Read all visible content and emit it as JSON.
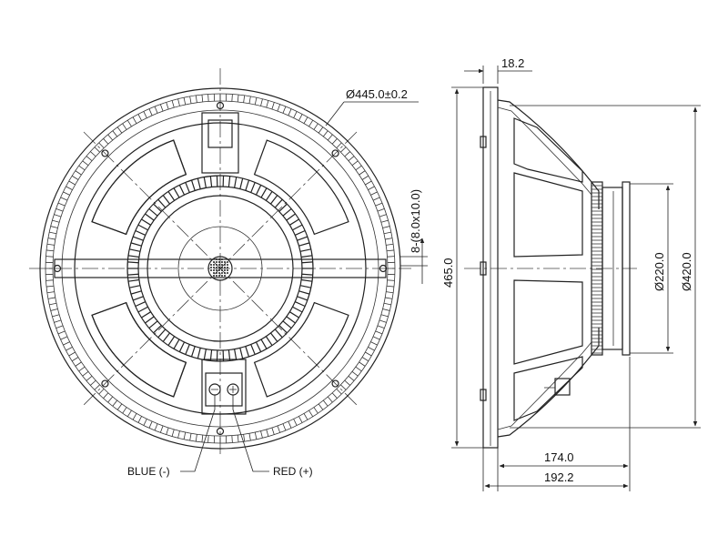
{
  "front_view": {
    "outer_diameter_label": "Ø445.0±0.2",
    "mounting_holes_label": "8-(8.0x10.0)",
    "terminal_negative_label": "BLUE (-)",
    "terminal_positive_label": "RED (+)"
  },
  "side_view": {
    "flange_thickness_label": "18.2",
    "height_label": "465.0",
    "magnet_diameter_label": "Ø220.0",
    "cone_diameter_label": "Ø420.0",
    "depth_to_magnet_label": "174.0",
    "overall_depth_label": "192.2"
  }
}
